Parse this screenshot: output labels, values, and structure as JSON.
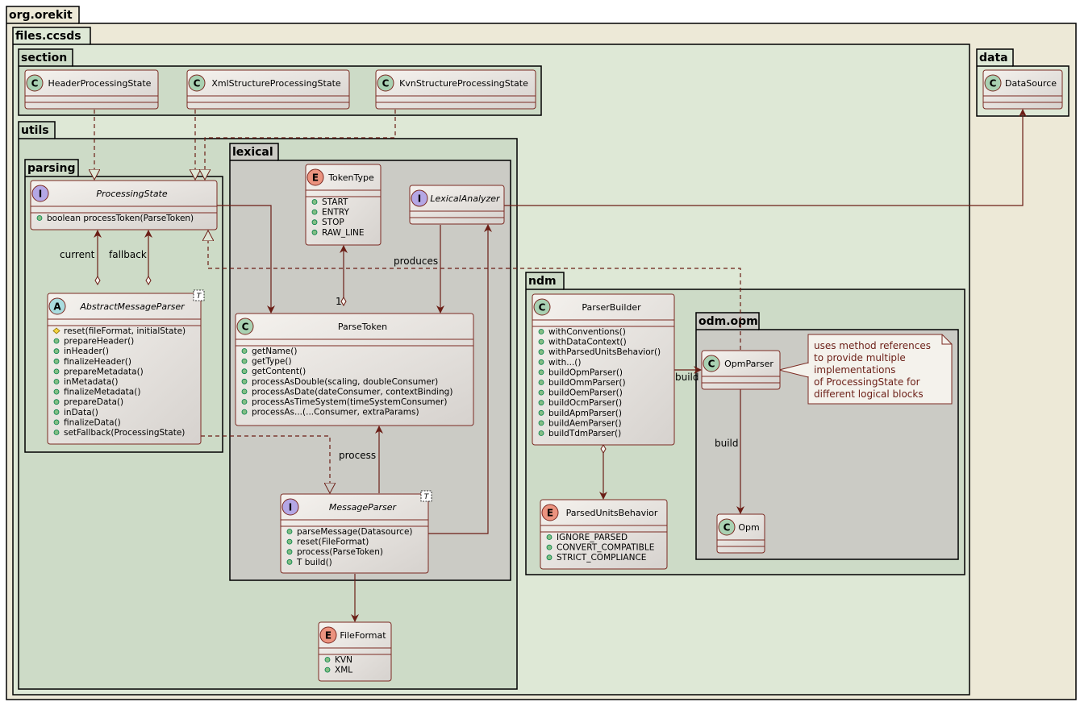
{
  "packages": {
    "orekit": "org.orekit",
    "files_ccsds": "files.ccsds",
    "section": "section",
    "data": "data",
    "utils": "utils",
    "parsing": "parsing",
    "lexical": "lexical",
    "ndm": "ndm",
    "odm_opm": "odm.opm"
  },
  "classes": {
    "header_state": {
      "stereo": "C",
      "name": "HeaderProcessingState",
      "members": []
    },
    "xml_state": {
      "stereo": "C",
      "name": "XmlStructureProcessingState",
      "members": []
    },
    "kvn_state": {
      "stereo": "C",
      "name": "KvnStructureProcessingState",
      "members": []
    },
    "data_source": {
      "stereo": "C",
      "name": "DataSource",
      "members": []
    },
    "processing_state": {
      "stereo": "I",
      "name": "ProcessingState",
      "members": [
        {
          "vis": "public",
          "text": "boolean processToken(ParseToken)"
        }
      ]
    },
    "abstract_parser": {
      "stereo": "A",
      "name": "AbstractMessageParser",
      "generic": "T",
      "members": [
        {
          "vis": "protected",
          "text": "reset(fileFormat, initialState)"
        },
        {
          "vis": "public",
          "text": "prepareHeader()"
        },
        {
          "vis": "public",
          "text": "inHeader()"
        },
        {
          "vis": "public",
          "text": "finalizeHeader()"
        },
        {
          "vis": "public",
          "text": "prepareMetadata()"
        },
        {
          "vis": "public",
          "text": "inMetadata()"
        },
        {
          "vis": "public",
          "text": "finalizeMetadata()"
        },
        {
          "vis": "public",
          "text": "prepareData()"
        },
        {
          "vis": "public",
          "text": "inData()"
        },
        {
          "vis": "public",
          "text": "finalizeData()"
        },
        {
          "vis": "public",
          "text": "setFallback(ProcessingState)"
        }
      ]
    },
    "token_type": {
      "stereo": "E",
      "name": "TokenType",
      "members": [
        {
          "vis": "public",
          "text": "START"
        },
        {
          "vis": "public",
          "text": "ENTRY"
        },
        {
          "vis": "public",
          "text": "STOP"
        },
        {
          "vis": "public",
          "text": "RAW_LINE"
        }
      ]
    },
    "lexical_analyzer": {
      "stereo": "I",
      "name": "LexicalAnalyzer",
      "members": []
    },
    "parse_token": {
      "stereo": "C",
      "name": "ParseToken",
      "members": [
        {
          "vis": "public",
          "text": "getName()"
        },
        {
          "vis": "public",
          "text": "getType()"
        },
        {
          "vis": "public",
          "text": "getContent()"
        },
        {
          "vis": "public",
          "text": "processAsDouble(scaling, doubleConsumer)"
        },
        {
          "vis": "public",
          "text": "processAsDate(dateConsumer, contextBinding)"
        },
        {
          "vis": "public",
          "text": "processAsTimeSystem(timeSystemConsumer)"
        },
        {
          "vis": "public",
          "text": "processAs...(...Consumer, extraParams)"
        }
      ]
    },
    "message_parser": {
      "stereo": "I",
      "name": "MessageParser",
      "generic": "T",
      "members": [
        {
          "vis": "public",
          "text": "parseMessage(Datasource)"
        },
        {
          "vis": "public",
          "text": "reset(FileFormat)"
        },
        {
          "vis": "public",
          "text": "process(ParseToken)"
        },
        {
          "vis": "public",
          "text": "T build()"
        }
      ]
    },
    "file_format": {
      "stereo": "E",
      "name": "FileFormat",
      "members": [
        {
          "vis": "public",
          "text": "KVN"
        },
        {
          "vis": "public",
          "text": "XML"
        }
      ]
    },
    "parser_builder": {
      "stereo": "C",
      "name": "ParserBuilder",
      "members": [
        {
          "vis": "public",
          "text": "withConventions()"
        },
        {
          "vis": "public",
          "text": "withDataContext()"
        },
        {
          "vis": "public",
          "text": "withParsedUnitsBehavior()"
        },
        {
          "vis": "public",
          "text": "with...()"
        },
        {
          "vis": "public",
          "text": "buildOpmParser()"
        },
        {
          "vis": "public",
          "text": "buildOmmParser()"
        },
        {
          "vis": "public",
          "text": "buildOemParser()"
        },
        {
          "vis": "public",
          "text": "buildOcmParser()"
        },
        {
          "vis": "public",
          "text": "buildApmParser()"
        },
        {
          "vis": "public",
          "text": "buildAemParser()"
        },
        {
          "vis": "public",
          "text": "buildTdmParser()"
        }
      ]
    },
    "parsed_units": {
      "stereo": "E",
      "name": "ParsedUnitsBehavior",
      "members": [
        {
          "vis": "public",
          "text": "IGNORE_PARSED"
        },
        {
          "vis": "public",
          "text": "CONVERT_COMPATIBLE"
        },
        {
          "vis": "public",
          "text": "STRICT_COMPLIANCE"
        }
      ]
    },
    "opm_parser": {
      "stereo": "C",
      "name": "OpmParser",
      "members": []
    },
    "opm": {
      "stereo": "C",
      "name": "Opm",
      "members": []
    }
  },
  "edge_labels": {
    "current": "current",
    "fallback": "fallback",
    "produces": "produces",
    "one": "1",
    "process": "process",
    "build1": "build",
    "build2": "build"
  },
  "note": {
    "lines": [
      "uses method references",
      "to provide multiple",
      "implementations",
      "of ProcessingState for",
      "different logical blocks"
    ]
  },
  "colors": {
    "pkg_outer": "#ede9d7",
    "pkg_mid": "#dee8d6",
    "pkg_inner": "#cddbc7",
    "pkg_lexical": "#cbcbc5",
    "class_fill": "#e5e1dd",
    "border": "#7b2a22",
    "arrow": "#6b1e16",
    "circle_C": "#a9d1b2",
    "circle_I": "#b4a7e5",
    "circle_A": "#a9dcdf",
    "circle_E": "#eb937f",
    "note_fill": "#f4f2ec"
  }
}
